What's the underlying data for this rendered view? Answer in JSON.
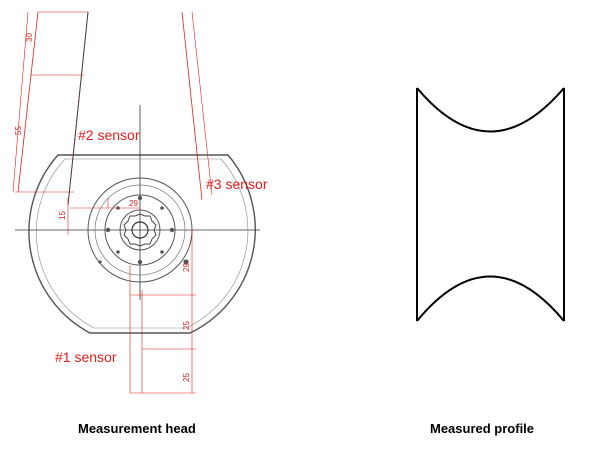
{
  "head": {
    "caption": "Measurement head",
    "sensor1": "#1 sensor",
    "sensor2": "#2 sensor",
    "sensor3": "#3 sensor",
    "dims": {
      "d30": "30",
      "d55": "55",
      "d15": "15",
      "d29a": "29",
      "d29b": "29",
      "d25a": "25",
      "d25b": "25"
    }
  },
  "profile": {
    "caption": "Measured profile"
  },
  "colors": {
    "annotation": "#e0201c",
    "outline": "#555555",
    "profile": "#000000"
  }
}
